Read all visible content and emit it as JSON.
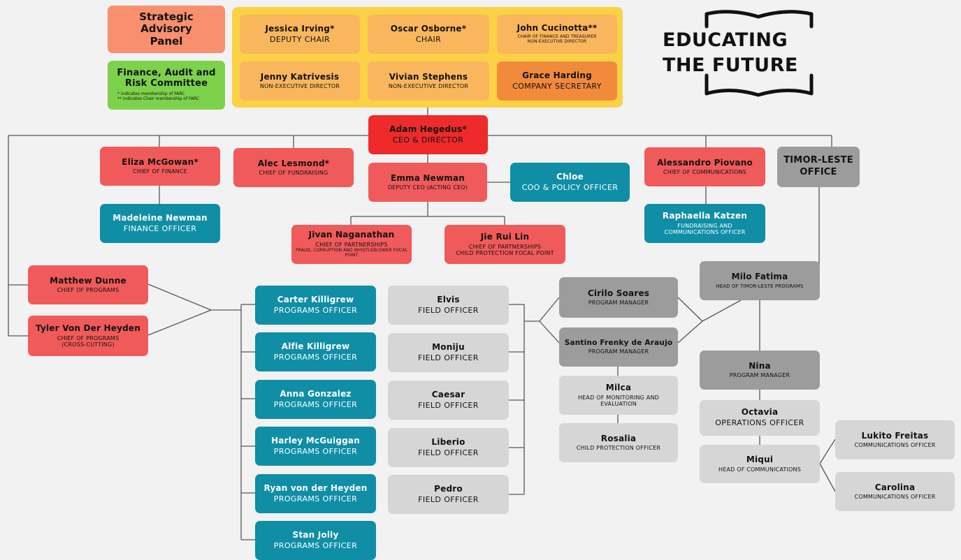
{
  "logo": {
    "line1": "EDUCATING",
    "line2": "THE FUTURE"
  },
  "advisory": {
    "label": "Strategic Advisory Panel"
  },
  "farc": {
    "label": "Finance, Audit and Risk Committee",
    "note1": "* indicates membership of FARC",
    "note2": "** indicates Chair membership of FARC"
  },
  "board": [
    {
      "name": "Jessica Irving*",
      "role": "DEPUTY CHAIR"
    },
    {
      "name": "Oscar Osborne*",
      "role": "CHAIR"
    },
    {
      "name": "John Cucinotta**",
      "role": "CHAIR OF FINANCE AND TREASURER NON-EXECUTIVE DIRECTOR"
    },
    {
      "name": "Jenny Katrivesis",
      "role": "NON-EXECUTIVE DIRECTOR"
    },
    {
      "name": "Vivian Stephens",
      "role": "NON-EXECUTIVE DIRECTOR"
    },
    {
      "name": "Grace Harding",
      "role": "COMPANY SECRETARY"
    }
  ],
  "ceo": {
    "name": "Adam Hegedus*",
    "role": "CEO & DIRECTOR"
  },
  "eliza": {
    "name": "Eliza McGowan*",
    "role": "CHIEF OF FINANCE"
  },
  "madeleine": {
    "name": "Madeleine Newman",
    "role": "FINANCE OFFICER"
  },
  "alec": {
    "name": "Alec Lesmond*",
    "role": "CHIEF OF FUNDRAISING"
  },
  "emma": {
    "name": "Emma Newman",
    "role": "DEPUTY CEO (ACTING CEO)"
  },
  "chloe": {
    "name": "Chloe",
    "role": "COO & POLICY OFFICER"
  },
  "jivan": {
    "name": "Jivan Naganathan",
    "role": "CHIEF OF PARTNERSHIPS",
    "sub": "FRAUD, CORRUPTION AND WHISTLEBLOWER FOCAL POINT"
  },
  "jie": {
    "name": "Jie Rui Lin",
    "role": "CHIEF OF PARTNERSHIPS",
    "sub": "CHILD PROTECTION FOCAL POINT"
  },
  "alessandro": {
    "name": "Alessandro Piovano",
    "role": "CHIEF OF COMMUNICATIONS"
  },
  "raphaella": {
    "name": "Raphaella Katzen",
    "role": "FUNDRAISING AND COMMUNICATIONS OFFICER"
  },
  "timor": {
    "label": "TIMOR-LESTE OFFICE"
  },
  "matthew": {
    "name": "Matthew Dunne",
    "role": "CHIEF OF PROGRAMS"
  },
  "tyler": {
    "name": "Tyler Von Der Heyden",
    "role": "CHIEF OF PROGRAMS (CROSS-CUTTING)"
  },
  "program_officers": [
    {
      "name": "Carter Killigrew",
      "role": "PROGRAMS OFFICER"
    },
    {
      "name": "Alfie Killigrew",
      "role": "PROGRAMS OFFICER"
    },
    {
      "name": "Anna Gonzalez",
      "role": "PROGRAMS OFFICER"
    },
    {
      "name": "Harley McGuiggan",
      "role": "PROGRAMS OFFICER"
    },
    {
      "name": "Ryan von der Heyden",
      "role": "PROGRAMS OFFICER"
    },
    {
      "name": "Stan Jolly",
      "role": "PROGRAMS OFFICER"
    }
  ],
  "field_officers": [
    {
      "name": "Elvis",
      "role": "FIELD OFFICER"
    },
    {
      "name": "Moniju",
      "role": "FIELD OFFICER"
    },
    {
      "name": "Caesar",
      "role": "FIELD OFFICER"
    },
    {
      "name": "Liberio",
      "role": "FIELD OFFICER"
    },
    {
      "name": "Pedro",
      "role": "FIELD OFFICER"
    }
  ],
  "cirilo": {
    "name": "Cirilo Soares",
    "role": "PROGRAM MANAGER"
  },
  "santino": {
    "name": "Santino Frenky de Araujo",
    "role": "PROGRAM MANAGER"
  },
  "milca": {
    "name": "Milca",
    "role": "HEAD OF MONITORING AND EVALUATION"
  },
  "rosalia": {
    "name": "Rosalia",
    "role": "CHILD PROTECTION OFFICER"
  },
  "milo": {
    "name": "Milo Fatima",
    "role": "HEAD OF TIMOR-LESTE PROGRAMS"
  },
  "nina": {
    "name": "Nina",
    "role": "PROGRAM MANAGER"
  },
  "octavia": {
    "name": "Octavia",
    "role": "OPERATIONS OFFICER"
  },
  "miqui": {
    "name": "Miqui",
    "role": "HEAD OF COMMUNICATIONS"
  },
  "lukito": {
    "name": "Lukito Freitas",
    "role": "COMMUNICATIONS OFFICER"
  },
  "carolina": {
    "name": "Carolina",
    "role": "COMMUNICATIONS OFFICER"
  }
}
